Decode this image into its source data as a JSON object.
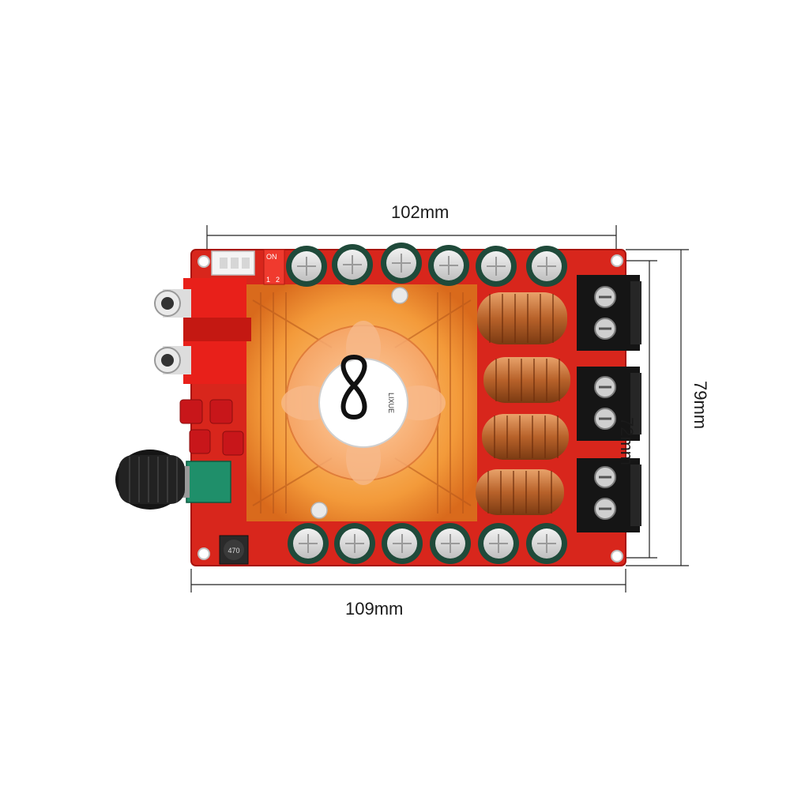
{
  "dimensions": {
    "top_width": "102mm",
    "bottom_width": "109mm",
    "inner_height": "72mm",
    "outer_height": "79mm"
  },
  "board_markings": {
    "dip_switch_on": "ON",
    "dip_switch_positions": [
      "1",
      "2"
    ],
    "fan_brand": "LIXUE",
    "inductor_code": "470"
  },
  "colors": {
    "pcb": "#d8261c",
    "heatsink": "#f39a3a",
    "capacitor": "#1f4a3a",
    "copper_coil": "#c8773a",
    "terminal": "#151515"
  }
}
